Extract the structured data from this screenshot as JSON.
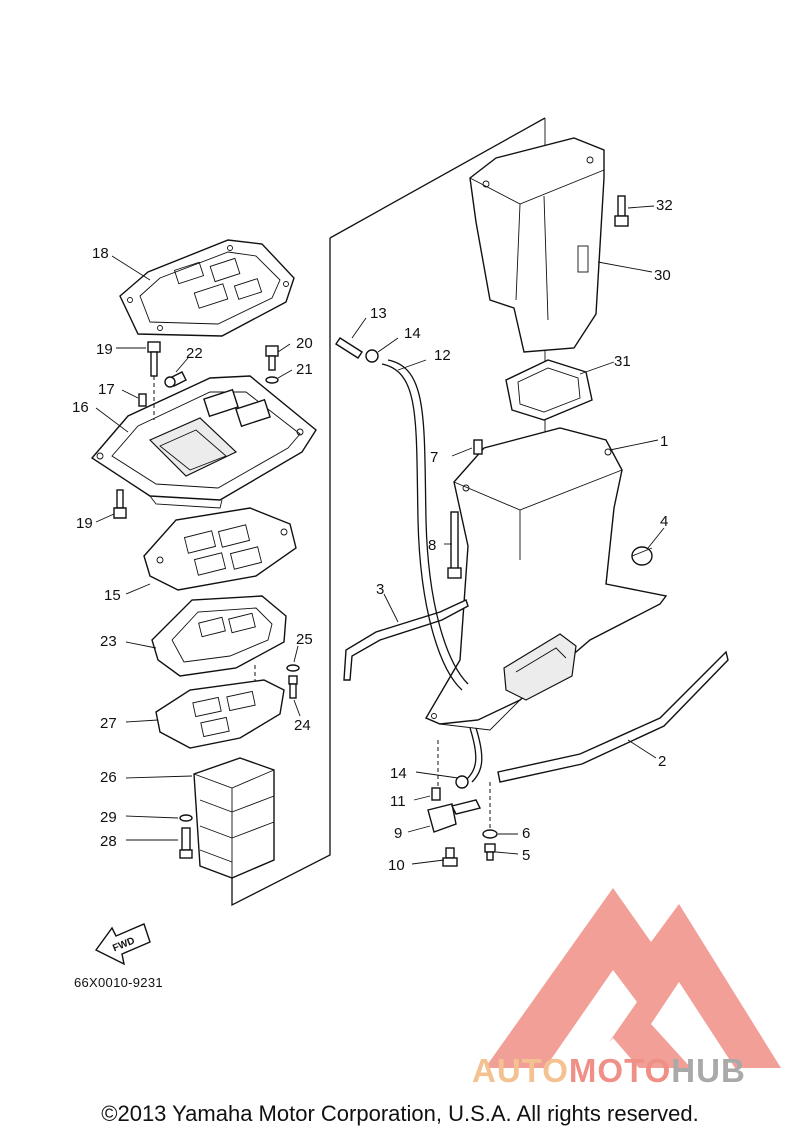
{
  "callouts": [
    {
      "id": "c1",
      "label": "1"
    },
    {
      "id": "c2",
      "label": "2"
    },
    {
      "id": "c3",
      "label": "3"
    },
    {
      "id": "c4",
      "label": "4"
    },
    {
      "id": "c5",
      "label": "5"
    },
    {
      "id": "c6",
      "label": "6"
    },
    {
      "id": "c7",
      "label": "7"
    },
    {
      "id": "c8",
      "label": "8"
    },
    {
      "id": "c9",
      "label": "9"
    },
    {
      "id": "c10",
      "label": "10"
    },
    {
      "id": "c11",
      "label": "11"
    },
    {
      "id": "c12",
      "label": "12"
    },
    {
      "id": "c13",
      "label": "13"
    },
    {
      "id": "c14a",
      "label": "14"
    },
    {
      "id": "c14b",
      "label": "14"
    },
    {
      "id": "c15",
      "label": "15"
    },
    {
      "id": "c16",
      "label": "16"
    },
    {
      "id": "c17",
      "label": "17"
    },
    {
      "id": "c18",
      "label": "18"
    },
    {
      "id": "c19a",
      "label": "19"
    },
    {
      "id": "c19b",
      "label": "19"
    },
    {
      "id": "c20",
      "label": "20"
    },
    {
      "id": "c21",
      "label": "21"
    },
    {
      "id": "c22",
      "label": "22"
    },
    {
      "id": "c23",
      "label": "23"
    },
    {
      "id": "c24",
      "label": "24"
    },
    {
      "id": "c25",
      "label": "25"
    },
    {
      "id": "c26",
      "label": "26"
    },
    {
      "id": "c27",
      "label": "27"
    },
    {
      "id": "c28",
      "label": "28"
    },
    {
      "id": "c29",
      "label": "29"
    },
    {
      "id": "c30",
      "label": "30"
    },
    {
      "id": "c31",
      "label": "31"
    },
    {
      "id": "c32",
      "label": "32"
    }
  ],
  "fwd_label": "FWD",
  "drawing_code": "66X0010-9231",
  "watermark": {
    "word_part1": "AUTO",
    "word_part2": "MOTO",
    "word_part3": "HUB",
    "color_orange": "#f4c190",
    "color_red": "#ef8f86",
    "color_gray": "#a9a9a9"
  },
  "copyright": "©2013 Yamaha Motor Corporation, U.S.A. All rights reserved."
}
